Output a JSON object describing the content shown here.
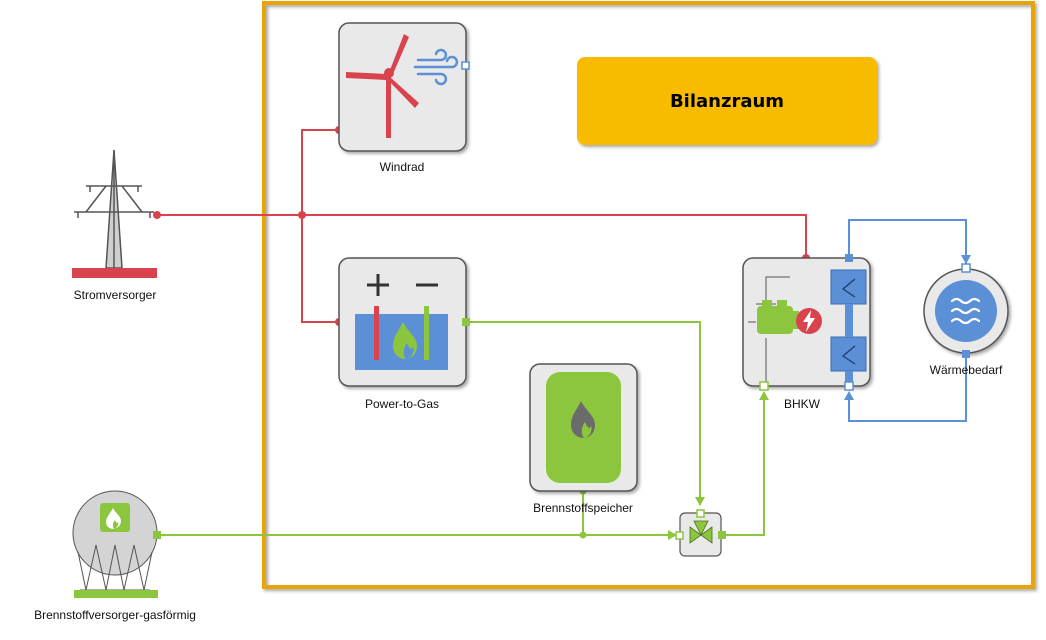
{
  "title": "Bilanzraum",
  "components": {
    "windrad": "Windrad",
    "stromversorger": "Stromversorger",
    "power_to_gas": "Power-to-Gas",
    "brennstoffspeicher": "Brennstoffspeicher",
    "bhkw": "BHKW",
    "waermebedarf": "Wärmebedarf",
    "brennstoffversorger": "Brennstoffversorger-gasförmig"
  },
  "colors": {
    "boundary": "#e8a400",
    "title_box": "#f9bb00",
    "electric": "#d9434e",
    "gas": "#8cc63f",
    "heat": "#5b8fd6",
    "component_fill": "#e9e9e9",
    "component_stroke": "#555555"
  }
}
